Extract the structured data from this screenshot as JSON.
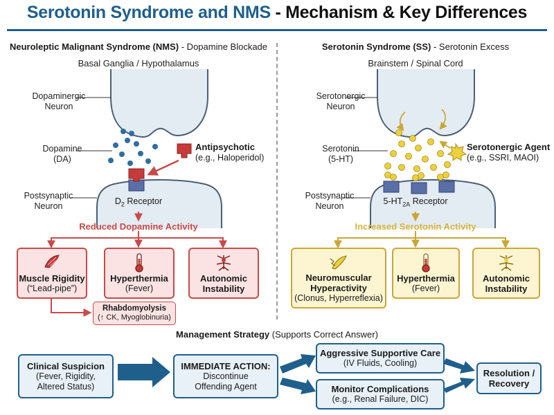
{
  "title": {
    "part1": "Serotonin Syndrome and NMS",
    "part2": "- Mechanism & Key Differences"
  },
  "left": {
    "heading_bold": "Neuroleptic Malignant Syndrome (NMS)",
    "heading_rest": "- Dopamine Blockade",
    "location": "Basal Ganglia / Hypothalamus",
    "neuron_label": [
      "Dopaminergic",
      "Neuron"
    ],
    "transmitter_label": [
      "Dopamine",
      "(DA)"
    ],
    "postsynaptic_label": [
      "Postsynaptic",
      "Neuron"
    ],
    "agent_name": "Antipsychotic",
    "agent_example": "(e.g., Haloperidol)",
    "receptor_label": "D",
    "receptor_sub": "2",
    "receptor_suffix": " Receptor",
    "activity": "Reduced Dopamine Activity",
    "effects": [
      {
        "title": "Muscle Rigidity",
        "detail": "(“Lead-pipe”)",
        "icon": "muscle-icon"
      },
      {
        "title": "Hyperthermia",
        "detail": "(Fever)",
        "icon": "thermometer-icon"
      },
      {
        "title": "Autonomic",
        "title2": "Instability",
        "icon": "autonomic-icon"
      }
    ],
    "complication": {
      "title": "Rhabdomyolysis",
      "detail": "(↑ CK, Myoglobinuria)"
    }
  },
  "right": {
    "heading_bold": "Serotonin Syndrome (SS)",
    "heading_rest": "- Serotonin Excess",
    "location": "Brainstem / Spinal Cord",
    "neuron_label": [
      "Serotonergic",
      "Neuron"
    ],
    "transmitter_label": [
      "Serotonin",
      "(5-HT)"
    ],
    "postsynaptic_label": [
      "Postsynaptic",
      "Neuron"
    ],
    "agent_name": "Serotonergic Agent",
    "agent_example": "(e.g., SSRI, MAOI)",
    "receptor_label": "5-HT",
    "receptor_sub": "2A",
    "receptor_suffix": " Receptor",
    "activity": "Increased Serotonin Activity",
    "effects": [
      {
        "title": "Neuromuscular",
        "title2": "Hyperactivity",
        "detail": "(Clonus, Hyperreflexia)",
        "icon": "neuromuscular-icon"
      },
      {
        "title": "Hyperthermia",
        "detail": "(Fever)",
        "icon": "thermometer-icon"
      },
      {
        "title": "Autonomic",
        "title2": "Instability",
        "icon": "autonomic-icon"
      }
    ]
  },
  "management": {
    "heading_bold": "Management Strategy",
    "heading_rest": "(Supports Correct Answer)",
    "suspicion": {
      "title": "Clinical Suspicion",
      "lines": [
        "(Fever, Rigidity,",
        "Altered Status)"
      ]
    },
    "action": {
      "title": "IMMEDIATE ACTION:",
      "lines": [
        "Discontinue",
        "Offending Agent"
      ]
    },
    "supportive": {
      "title": "Aggressive Supportive Care",
      "detail": "(IV Fluids, Cooling)"
    },
    "monitor": {
      "title": "Monitor Complications",
      "detail": "(e.g., Renal Failure, DIC)"
    },
    "resolution": {
      "lines": [
        "Resolution /",
        "Recovery"
      ]
    }
  },
  "colors": {
    "nms_red": "#c74a4a",
    "ss_yellow": "#d7b43a",
    "mgmt_blue": "#1f5f8b",
    "neuron_fill": "#e3ebf3",
    "dopamine_dot": "#2f6ea3",
    "serotonin_dot": "#ecd13a"
  }
}
